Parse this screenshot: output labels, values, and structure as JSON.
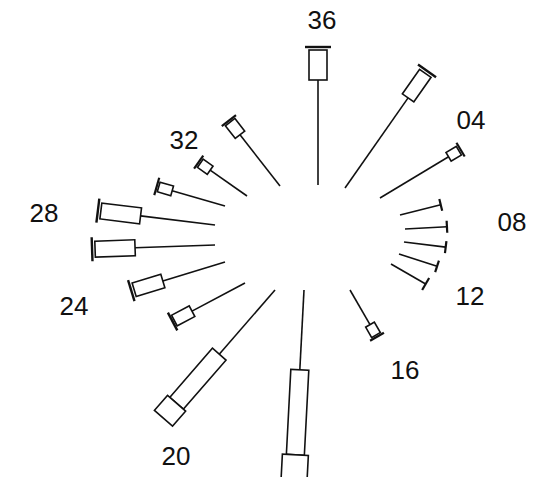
{
  "diagram": {
    "labels": [
      "36",
      "04",
      "08",
      "12",
      "16",
      "20",
      "24",
      "28",
      "32"
    ]
  }
}
